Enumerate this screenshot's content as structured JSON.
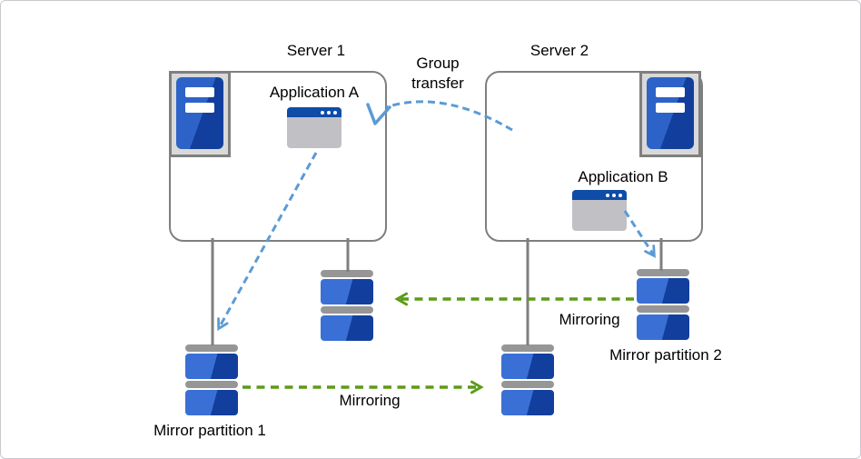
{
  "diagram": {
    "servers": [
      {
        "label": "Server 1"
      },
      {
        "label": "Server 2"
      }
    ],
    "applications": [
      {
        "label": "Application A"
      },
      {
        "label": "Application B"
      }
    ],
    "partitions": {
      "mirror1_label": "Mirror partition 1",
      "mirror2_label": "Mirror partition 2"
    },
    "arrows": {
      "group_transfer_label": "Group transfer",
      "mirroring_top_label": "Mirroring",
      "mirroring_bottom_label": "Mirroring"
    },
    "colors": {
      "box_border": "#7f7f7f",
      "connector_grey": "#7f7f7f",
      "blue_dashed_arrow": "#5b9bd5",
      "green_dashed_arrow": "#5b9b17",
      "disk_blue_light": "#3a70d6",
      "disk_blue_dark": "#123f9e",
      "disk_cap_grey": "#969696",
      "tower_blue_light": "#2d63c8",
      "tower_blue_dark": "#123f9e",
      "icon_tray_grey": "#d9d9d9",
      "app_titlebar_blue": "#0e4ca8",
      "app_body_grey": "#c1c1c5"
    }
  }
}
